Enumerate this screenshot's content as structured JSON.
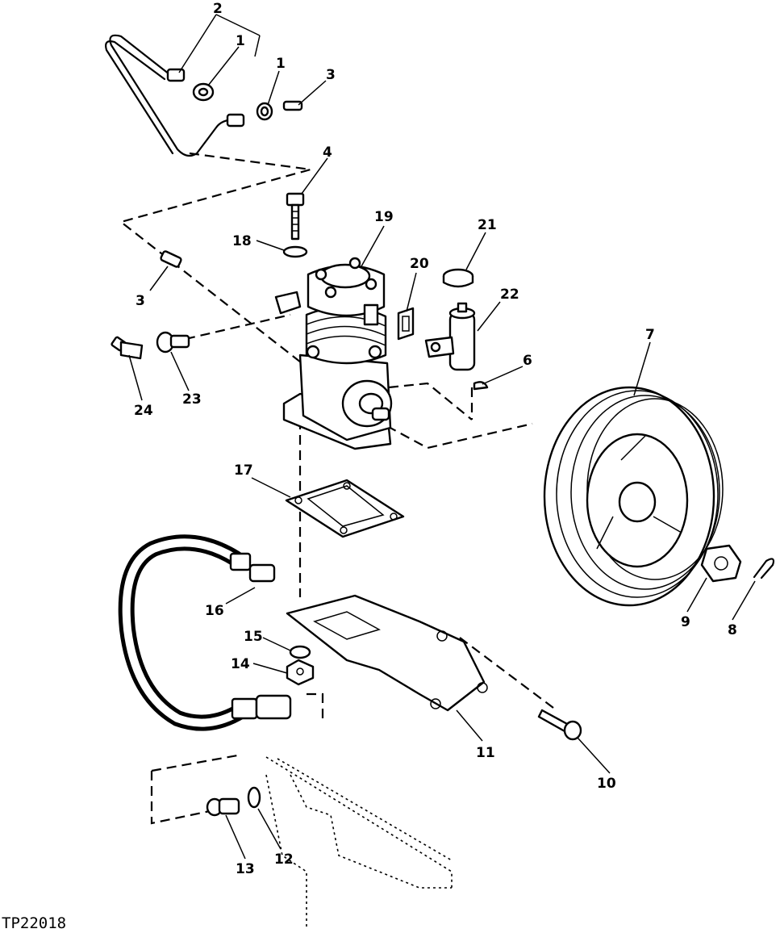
{
  "figure": {
    "id": "TP22018",
    "callouts": {
      "c1a": "1",
      "c1b": "1",
      "c2": "2",
      "c3a": "3",
      "c3b": "3",
      "c4": "4",
      "c6": "6",
      "c7": "7",
      "c8": "8",
      "c9": "9",
      "c10": "10",
      "c11": "11",
      "c12": "12",
      "c13": "13",
      "c14": "14",
      "c15": "15",
      "c16": "16",
      "c17": "17",
      "c18": "18",
      "c19": "19",
      "c20": "20",
      "c21": "21",
      "c22": "22",
      "c23": "23",
      "c24": "24"
    }
  }
}
